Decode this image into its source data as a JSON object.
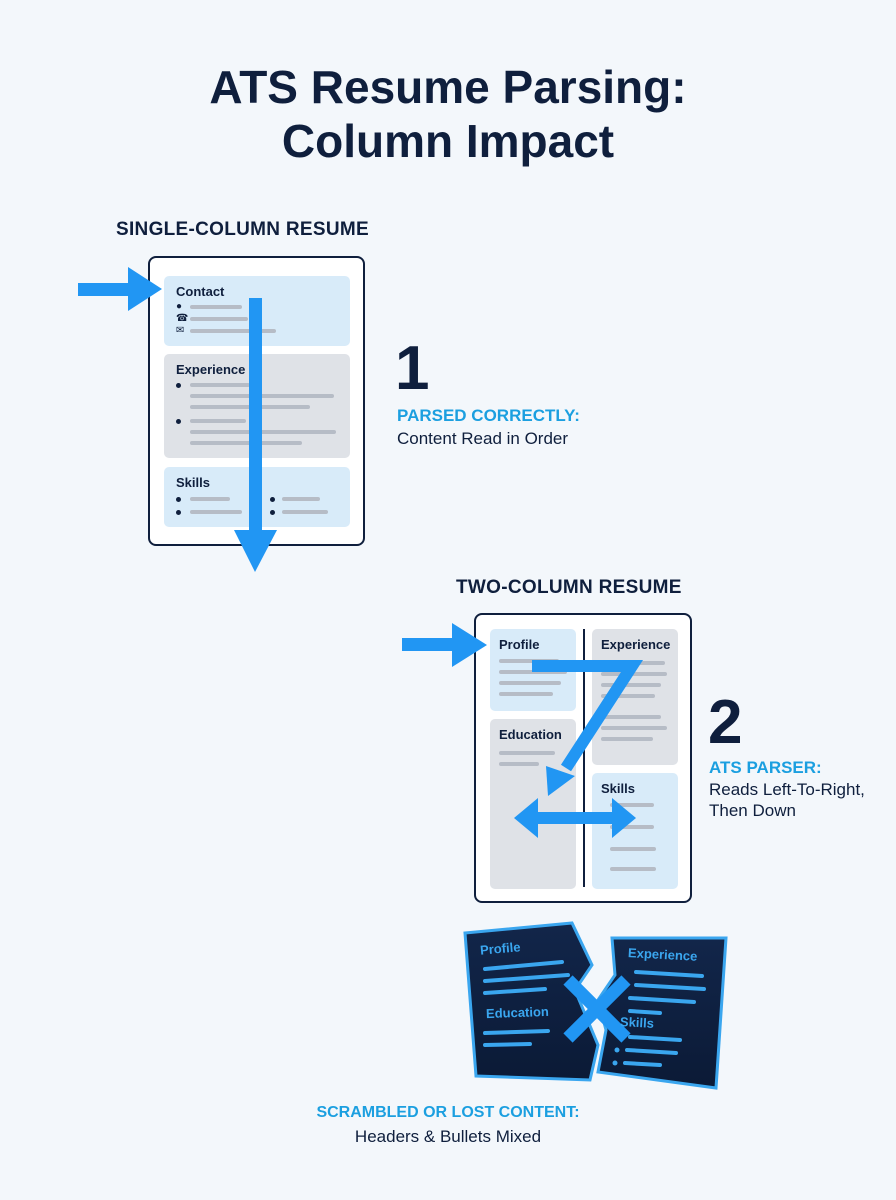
{
  "title": {
    "line1": "ATS Resume Parsing:",
    "line2": "Column Impact"
  },
  "single": {
    "label": "SINGLE-COLUMN RESUME",
    "number": "1",
    "caption_head": "PARSED CORRECTLY:",
    "caption_body": "Content Read in Order",
    "sections": {
      "contact": "Contact",
      "experience": "Experience",
      "skills": "Skills"
    }
  },
  "two": {
    "label": "TWO-COLUMN RESUME",
    "number": "2",
    "caption_head": "ATS PARSER:",
    "caption_body_1": "Reads Left-To-Right,",
    "caption_body_2": "Then Down",
    "sections": {
      "profile": "Profile",
      "experience": "Experience",
      "education": "Education",
      "skills": "Skills"
    }
  },
  "scrambled": {
    "fragments": {
      "profile": "Profile",
      "education": "Education",
      "experience": "Experience",
      "skills": "Skills"
    },
    "caption_head": "SCRAMBLED OR LOST CONTENT:",
    "caption_body": "Headers & Bullets Mixed"
  },
  "colors": {
    "navy": "#0f1f3d",
    "accent": "#1b9fe0",
    "arrow": "#2196f3",
    "light_blue": "#d8ebf9",
    "gray": "#dfe2e7"
  },
  "icons": [
    "person-icon",
    "phone-icon",
    "mail-icon"
  ]
}
